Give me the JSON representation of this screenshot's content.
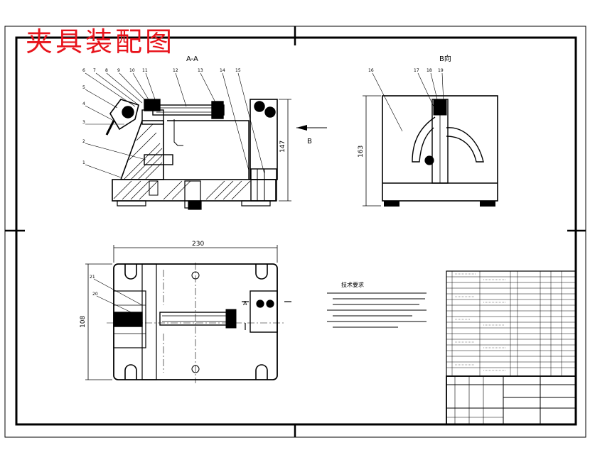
{
  "drawing": {
    "title": "夹具装配图",
    "title_color": "#e8141c",
    "line_color": "#000000",
    "hatch_color": "#000000",
    "views": {
      "section_label": "A-A",
      "direction_label": "B向",
      "direction_arrow_label": "B",
      "section_arrow_label": "A"
    },
    "dimensions": {
      "height_front": "147",
      "height_side": "163",
      "width_top": "230",
      "height_top": "108"
    },
    "balloons_front": [
      "6",
      "7",
      "8",
      "9",
      "10",
      "11",
      "12",
      "13",
      "14",
      "15",
      "5",
      "4",
      "3",
      "2",
      "1"
    ],
    "balloons_side": [
      "16",
      "17",
      "18",
      "19"
    ],
    "balloons_top": [
      "21",
      "20"
    ],
    "tech_requirements": {
      "heading": "技术要求"
    }
  }
}
